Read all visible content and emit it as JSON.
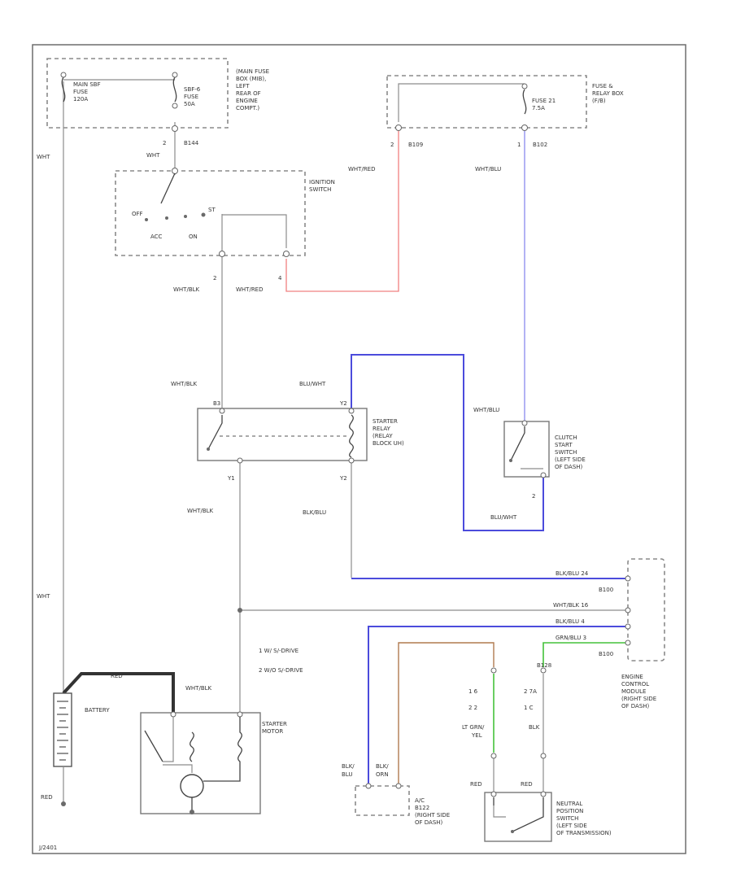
{
  "colors": {
    "red_wire": "#f08080",
    "blue_wire": "#4b4bdc",
    "light_blue_wire": "#9a9af0",
    "green_wire": "#44c23a",
    "brown_wire": "#b07a4f",
    "gray_wire": "#8c8c8c",
    "battery_cable": "#333333"
  },
  "labels": {
    "main_fuse_box": "(MAIN FUSE BOX (MIB), LEFT REAR OF ENGINE COMPT.)",
    "main_sbf_fuse": "MAIN SBF FUSE 120A",
    "sbf4_fuse": "SBF-6 FUSE 50A",
    "b144": "B144",
    "pin2_top": "2",
    "wht_ign": "WHT",
    "ignition_switch": "IGNITION SWITCH",
    "off": "OFF",
    "acc": "ACC",
    "on": "ON",
    "st": "ST",
    "ign_pin2": "2",
    "ign_pin4": "4",
    "wht_blk_1": "WHT/BLK",
    "wht_red_1": "WHT/RED",
    "fuse_relay_box": "FUSE & RELAY BOX (F/B)",
    "fuse21": "FUSE 21 7.5A",
    "b109": "B109",
    "b102": "B102",
    "pin2_fb": "2",
    "pin1_fb": "1",
    "wht_red_2": "WHT/RED",
    "wht_blu_1": "WHT/BLU",
    "wht_left_top": "WHT",
    "wht_left_bottom": "WHT",
    "wht_blk_2": "WHT/BLK",
    "blu_wht_1": "BLU/WHT",
    "pin_b3": "B3",
    "pin_y2": "Y2",
    "starter_relay": "STARTER RELAY (RELAY BLOCK UH)",
    "pin_y1": "Y1",
    "pin_y2b": "Y2",
    "wht_blk_3": "WHT/BLK",
    "blk_blu_1": "BLK/BLU",
    "wht_blu_2": "WHT/BLU",
    "clutch_switch": "CLUTCH START SWITCH (LEFT SIDE OF DASH)",
    "pin2_clutch": "2",
    "blu_wht_2": "BLU/WHT",
    "ecm_b101": "BLK/BLU 24",
    "b100": "B100",
    "ecm_wht_blk": "WHT/BLK 16",
    "ecm_blk_blu": "BLK/BLU 4",
    "ecm_grn_blu": "GRN/BLU 3",
    "b100b": "B100",
    "ecm": "ENGINE CONTROL MODULE (RIGHT SIDE OF DASH)",
    "legend_1": "1    W/ S/-DRIVE",
    "legend_2": "2    W/O S/-DRIVE",
    "b128": "B128",
    "red_bat": "RED",
    "battery": "BATTERY",
    "red_bat_bottom": "RED",
    "wht_blk_4": "WHT/BLK",
    "starter_motor": "STARTER MOTOR",
    "lt_grn_yel": "LT GRN/ YEL",
    "blk_1": "BLK",
    "pins_1_6": "1   6",
    "pins_2_2": "2   2",
    "pins_2_7a": "2 7A",
    "pins_1_c": "1   C",
    "blk_blu_2": "BLK/ BLU",
    "blk_orn": "BLK/ ORN",
    "ac_b122": "A/C B122 (RIGHT SIDE OF DASH)",
    "red_1": "RED",
    "red_2": "RED",
    "neutral_switch": "NEUTRAL POSITION SWITCH (LEFT SIDE OF TRANSMISSION)",
    "footer_code": "J/2401"
  }
}
